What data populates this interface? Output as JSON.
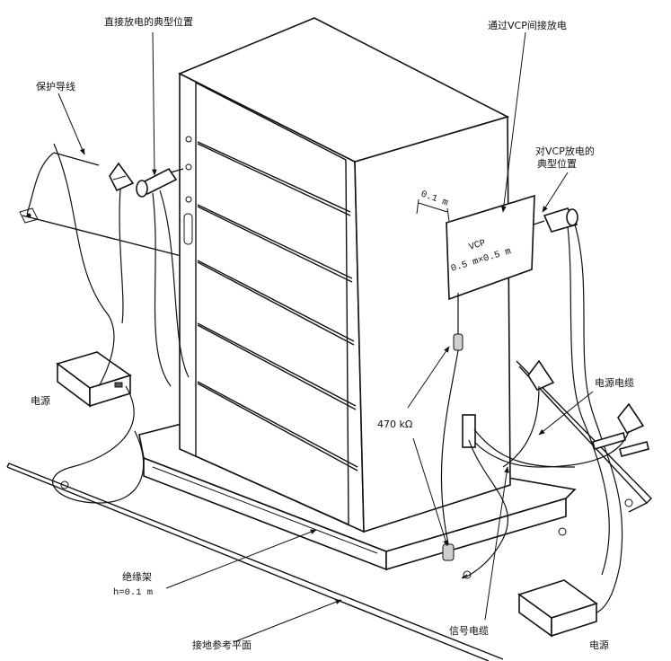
{
  "labels": {
    "direct_discharge": "直接放电的典型位置",
    "vcp_indirect": "通过VCP间接放电",
    "protective_conductor": "保护导线",
    "vcp_discharge_line1": "对VCP放电的",
    "vcp_discharge_line2": "典型位置",
    "vcp_distance": "0.1 m",
    "vcp_name": "VCP",
    "vcp_size": "0.5 m×0.5 m",
    "power_supply_left": "电源",
    "power_supply_right": "电源",
    "power_cable": "电源电缆",
    "resistor": "470 kΩ",
    "insulating_support_line1": "绝缘架",
    "insulating_support_line2": "h=0.1 m",
    "signal_cable": "信号电缆",
    "ground_reference_plane": "接地参考平面"
  },
  "colors": {
    "line": "#111111",
    "paper": "#ffffff",
    "shade": "#cfcfcf"
  }
}
